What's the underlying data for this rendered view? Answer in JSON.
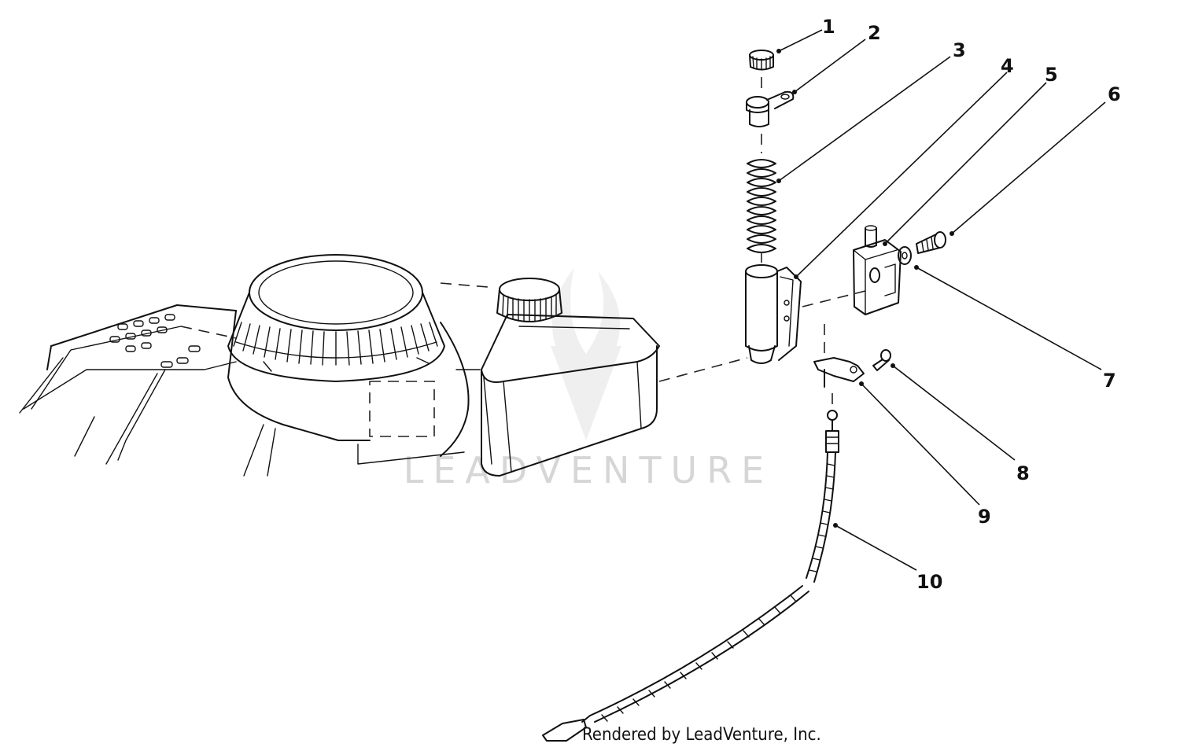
{
  "callouts": [
    {
      "num": "1"
    },
    {
      "num": "2"
    },
    {
      "num": "3"
    },
    {
      "num": "4"
    },
    {
      "num": "5"
    },
    {
      "num": "6"
    },
    {
      "num": "7"
    },
    {
      "num": "8"
    },
    {
      "num": "9"
    },
    {
      "num": "10"
    }
  ],
  "watermark": {
    "text": "LEADVENTURE"
  },
  "credit": {
    "text": "Rendered by LeadVenture, Inc."
  },
  "colors": {
    "line": "#111111",
    "watermark": "#d6d6d6",
    "background": "#ffffff"
  }
}
